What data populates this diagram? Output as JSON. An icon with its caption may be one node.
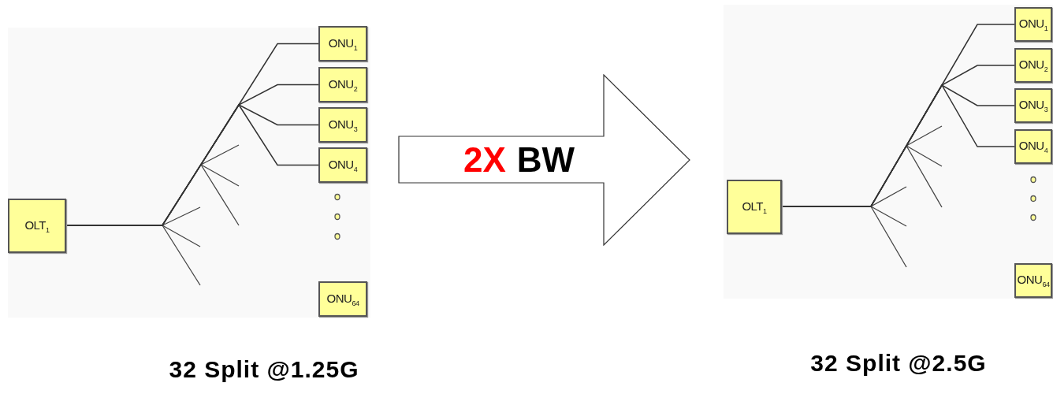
{
  "diagram": {
    "nodes": [
      {
        "text": [
          "OLT$_{1}$"
        ]
      },
      {
        "text": [
          "ONU$_{1}$"
        ]
      },
      {
        "text": [
          "ONU$_{2}$"
        ]
      },
      {
        "text": [
          "ONU$_{3}$"
        ]
      },
      {
        "text": [
          "ONU$_{4}$"
        ]
      },
      {
        "text": [
          "ONU$_{64}$"
        ]
      },
      {
        "text": [
          "2X",
          "BW"
        ]
      },
      {
        "text": [
          "OLT$_{1}$"
        ]
      },
      {
        "text": [
          "ONU$_{1}$"
        ]
      },
      {
        "text": [
          "ONU$_{2}$"
        ]
      },
      {
        "text": [
          "ONU$_{3}$"
        ]
      },
      {
        "text": [
          "ONU$_{4}$"
        ]
      },
      {
        "text": [
          "ONU$_{64}$"
        ]
      }
    ],
    "edges": [
      {
        "from": 0,
        "to": 1,
        "arrow": "none"
      },
      {
        "from": 0,
        "to": 2,
        "arrow": "none"
      },
      {
        "from": 0,
        "to": 3,
        "arrow": "none"
      },
      {
        "from": 0,
        "to": 4,
        "arrow": "none"
      },
      {
        "from": 7,
        "to": 8,
        "arrow": "none"
      },
      {
        "from": 7,
        "to": 9,
        "arrow": "none"
      },
      {
        "from": 7,
        "to": 10,
        "arrow": "none"
      },
      {
        "from": 7,
        "to": 11,
        "arrow": "none"
      }
    ],
    "labels": [
      "32 Split @1.25G",
      "32 Split @2.5G"
    ]
  }
}
